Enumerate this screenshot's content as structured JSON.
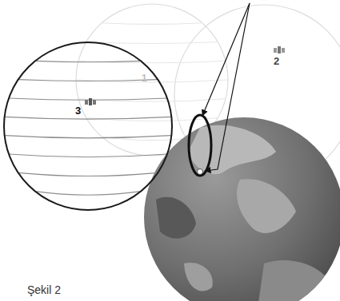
{
  "diagram": {
    "caption": "Şekil 2",
    "labels": [
      "1",
      "2",
      "3"
    ]
  }
}
